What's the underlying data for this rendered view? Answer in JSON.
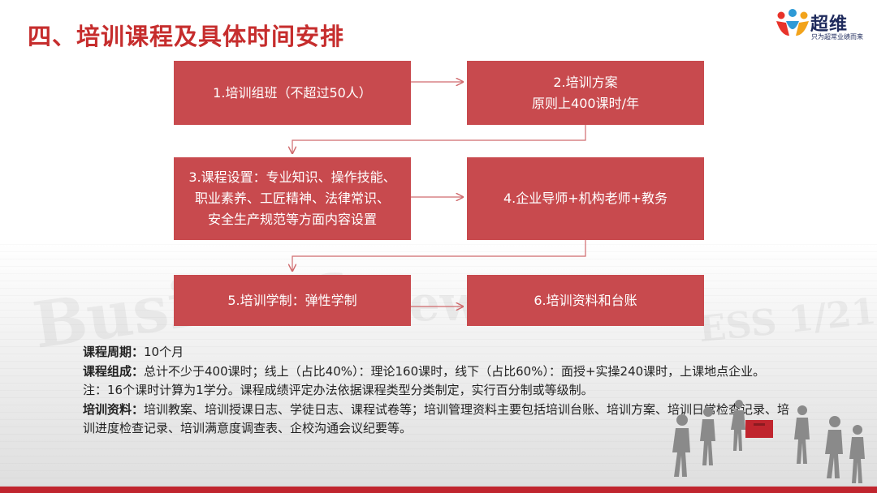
{
  "slide": {
    "title": "四、培训课程及具体时间安排",
    "brand_color": "#c62d2d",
    "box_color": "#c84a4e"
  },
  "logo": {
    "name": "超维",
    "slogan": "只为超常业绩而来"
  },
  "flow": {
    "step1": "1.培训组班（不超过50人）",
    "step2_line1": "2.培训方案",
    "step2_line2": "原则上400课时/年",
    "step3_line1": "3.课程设置：专业知识、操作技能、",
    "step3_line2": "职业素养、工匠精神、法律常识、",
    "step3_line3": "安全生产规范等方面内容设置",
    "step4": "4.企业导师+机构老师+教务",
    "step5": "5.培训学制：弹性学制",
    "step6": "6.培训资料和台账"
  },
  "info": {
    "cycle_label": "课程周期：",
    "cycle_value": "10个月",
    "composition_label": "课程组成：",
    "composition_value": "总计不少于400课时；线上（占比40%）：理论160课时，线下（占比60%）：面授+实操240课时，上课地点企业。",
    "note": "注：16个课时计算为1学分。课程成绩评定办法依据课程类型分类制定，实行百分制或等级制。",
    "materials_label": "培训资料：",
    "materials_value": "培训教案、培训授课日志、学徒日志、课程试卷等；培训管理资料主要包括培训台账、培训方案、培训日常检查记录、培训进度检查记录、培训满意度调查表、企校沟通会议纪要等。"
  },
  "background": {
    "newspaper_words": [
      "Business",
      "news",
      "ESS 1/21"
    ]
  }
}
